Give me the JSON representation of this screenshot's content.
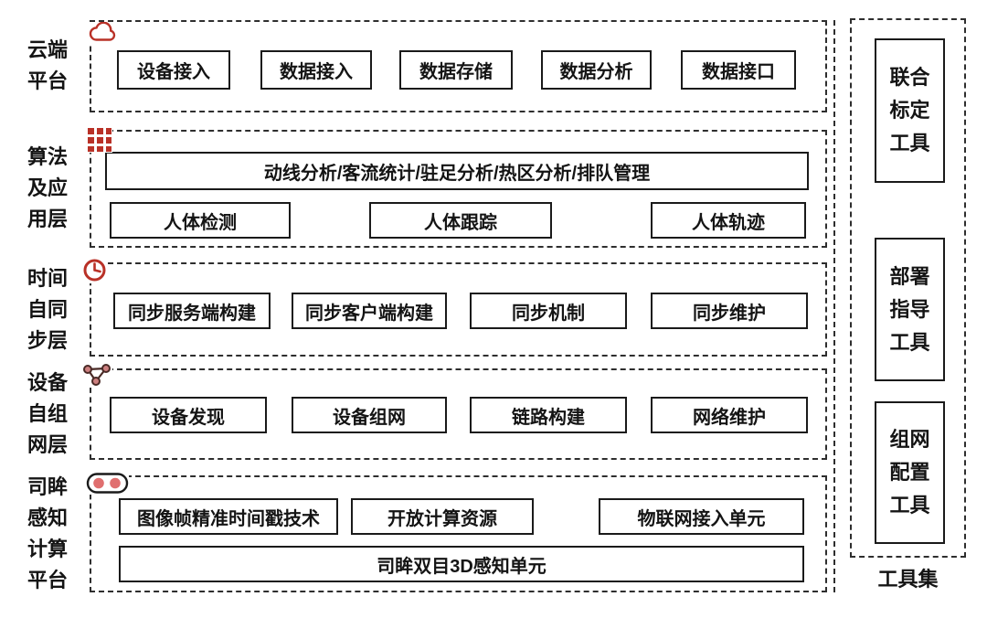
{
  "colors": {
    "accent_red": "#b93127",
    "rose": "#e06f6f",
    "node_fill": "#cd8080",
    "node_stroke": "#4a2a26",
    "ink": "#141414",
    "dash": "#2e2e2e"
  },
  "layers": [
    {
      "id": "cloud-platform",
      "label": "云端平台",
      "label_lines": [
        "云端",
        "平台"
      ],
      "icon": "cloud-icon",
      "boxes": [
        "设备接入",
        "数据接入",
        "数据存储",
        "数据分析",
        "数据接口"
      ]
    },
    {
      "id": "algorithm-application-layer",
      "label": "算法及应用层",
      "label_lines": [
        "算法",
        "及应",
        "用层"
      ],
      "icon": "app-grid-icon",
      "banner": "动线分析/客流统计/驻足分析/热区分析/排队管理",
      "boxes": [
        "人体检测",
        "人体跟踪",
        "人体轨迹"
      ]
    },
    {
      "id": "time-self-sync-layer",
      "label": "时间自同步层",
      "label_lines": [
        "时间",
        "自同",
        "步层"
      ],
      "icon": "clock-icon",
      "boxes": [
        "同步服务端构建",
        "同步客户端构建",
        "同步机制",
        "同步维护"
      ]
    },
    {
      "id": "device-self-network-layer",
      "label": "设备自组网层",
      "label_lines": [
        "设备",
        "自组",
        "网层"
      ],
      "icon": "mesh-network-icon",
      "boxes": [
        "设备发现",
        "设备组网",
        "链路构建",
        "网络维护"
      ]
    },
    {
      "id": "simou-perception-computing-platform",
      "label": "司眸感知计算平台",
      "label_lines": [
        "司眸",
        "感知",
        "计算",
        "平台"
      ],
      "icon": "stereo-camera-icon",
      "boxes": [
        "图像帧精准时间戳技术",
        "开放计算资源",
        "物联网接入单元"
      ],
      "base_banner": "司眸双目3D感知单元"
    }
  ],
  "toolbox": {
    "title": "工具集",
    "tools": [
      {
        "label": "联合标定工具",
        "lines": [
          "联合",
          "标定",
          "工具"
        ]
      },
      {
        "label": "部署指导工具",
        "lines": [
          "部署",
          "指导",
          "工具"
        ]
      },
      {
        "label": "组网配置工具",
        "lines": [
          "组网",
          "配置",
          "工具"
        ]
      }
    ]
  }
}
